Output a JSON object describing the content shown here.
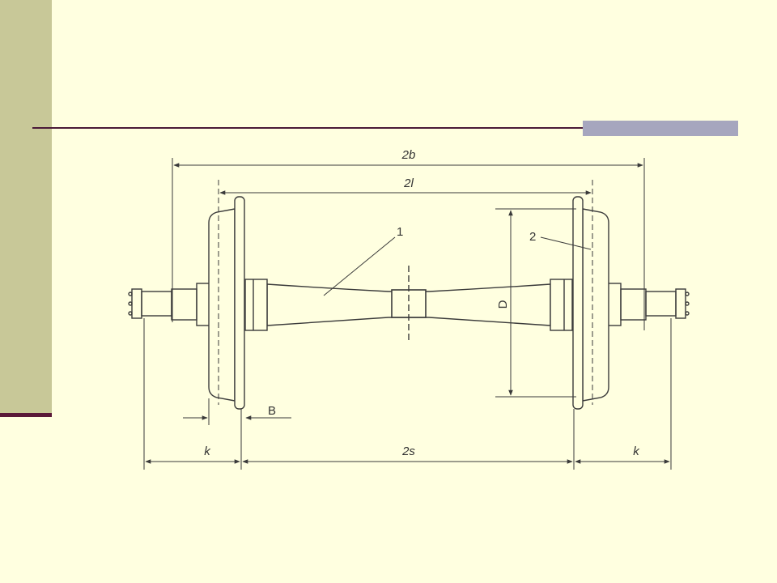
{
  "diagram": {
    "labels": {
      "dim_2b": "2b",
      "dim_2l": "2l",
      "callout_1": "1",
      "callout_2": "2",
      "dim_D": "D",
      "dim_B": "B",
      "dim_k_left": "k",
      "dim_2s": "2s",
      "dim_k_right": "k"
    },
    "colors": {
      "line": "#3a3a3a",
      "background": "#ffffe0",
      "sidebar": "#c8c898",
      "rule": "#4a1a38",
      "accent": "#a6a6be"
    }
  }
}
